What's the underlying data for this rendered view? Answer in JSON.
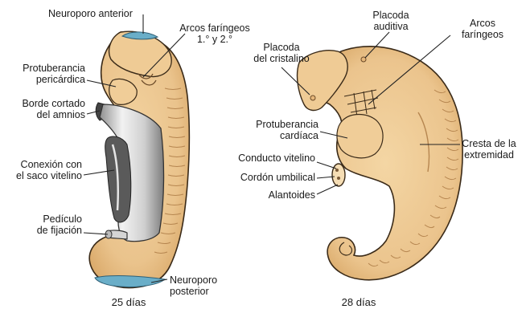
{
  "left_embryo": {
    "caption": "25 días",
    "labels": {
      "neuroporo_anterior": "Neuroporo anterior",
      "arcos_faringeos_l1": "Arcos faríngeos",
      "arcos_faringeos_l2": "1.° y 2.°",
      "protuberancia_l1": "Protuberancia",
      "protuberancia_l2": "pericárdica",
      "borde_l1": "Borde cortado",
      "borde_l2": "del amnios",
      "conexion_l1": "Conexión con",
      "conexion_l2": "el saco vitelino",
      "pediculo_l1": "Pedículo",
      "pediculo_l2": "de fijación",
      "neuroporo_posterior_l1": "Neuroporo",
      "neuroporo_posterior_l2": "posterior"
    }
  },
  "right_embryo": {
    "caption": "28 días",
    "labels": {
      "placoda_auditiva_l1": "Placoda",
      "placoda_auditiva_l2": "auditiva",
      "arcos_l1": "Arcos",
      "arcos_l2": "faríngeos",
      "placoda_cristalino_l1": "Placoda",
      "placoda_cristalino_l2": "del cristalino",
      "protuberancia_l1": "Protuberancia",
      "protuberancia_l2": "cardíaca",
      "conducto_vitelino": "Conducto vitelino",
      "cordon_umbilical": "Cordón umbilical",
      "alantoides": "Alantoides",
      "cresta_l1": "Cresta de la",
      "cresta_l2": "extremidad"
    }
  },
  "colors": {
    "embryo_fill": "#ecc48c",
    "embryo_outline": "#3a2a18",
    "neuropore_blue": "#6aaec8",
    "yolk_sac_gray": "#c9c9c9",
    "leader_line": "#222222"
  }
}
